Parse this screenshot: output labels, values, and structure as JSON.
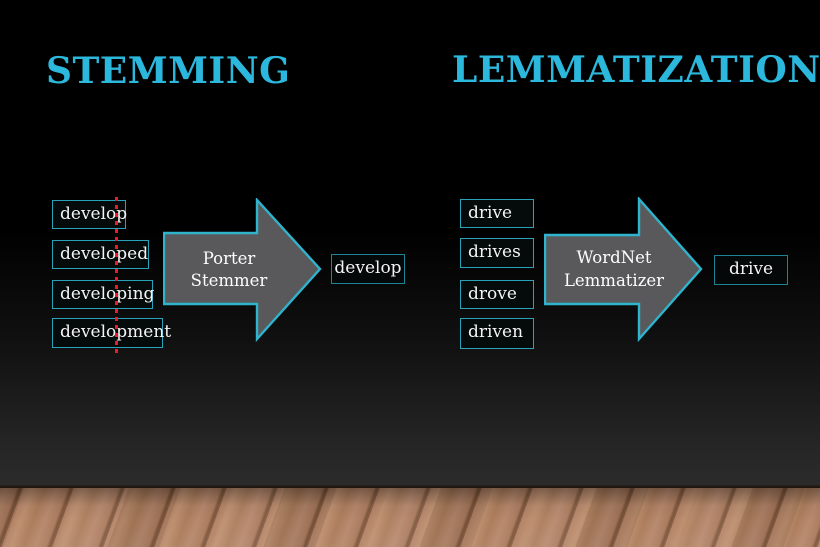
{
  "slide": {
    "left": {
      "title": "STEMMING",
      "words": [
        "develop",
        "developed",
        "developing",
        "development"
      ],
      "processor_lines": [
        "Porter Stemmer"
      ],
      "result": "develop"
    },
    "right": {
      "title": "LEMMATIZATION",
      "words": [
        "drive",
        "drives",
        "drove",
        "driven"
      ],
      "processor_lines": [
        "WordNet",
        "Lemmatizer"
      ],
      "result": "drive"
    },
    "colors": {
      "title_cyan": "#2bb8dc",
      "word_box_border": "#2aa3ba",
      "result_box_border": "#1f8396",
      "arrow_fill": "#59595b",
      "arrow_border": "#2fb4cd",
      "cut_line_red": "#ed1c24",
      "floor_wood": "#b28164",
      "background": "#000000"
    }
  }
}
